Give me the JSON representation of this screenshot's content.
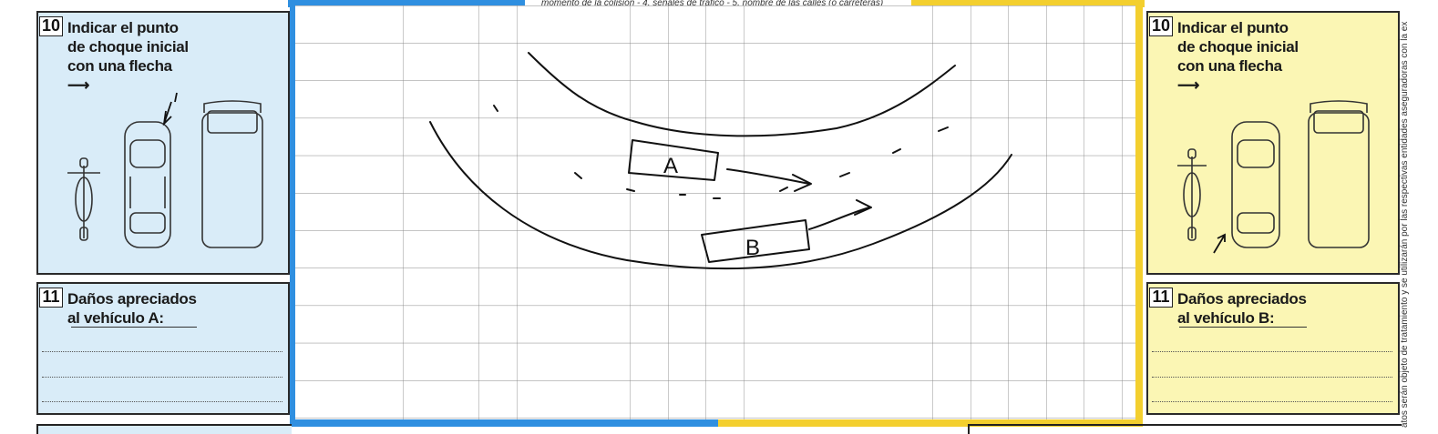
{
  "header": {
    "caption": "momento de la colisión - 4. señales de tráfico - 5. nombre de las calles (o carreteras)"
  },
  "vehicle_a": {
    "impact": {
      "number": "10",
      "lines": [
        "Indicar el punto",
        "de choque inicial",
        "con una flecha"
      ],
      "arrow": "⟶"
    },
    "damage": {
      "number": "11",
      "lines": [
        "Daños apreciados",
        "al vehículo A:"
      ]
    }
  },
  "vehicle_b": {
    "impact": {
      "number": "10",
      "lines": [
        "Indicar el punto",
        "de choque inicial",
        "con una flecha"
      ],
      "arrow": "⟶"
    },
    "damage": {
      "number": "11",
      "lines": [
        "Daños apreciados",
        "al vehículo B:"
      ]
    }
  },
  "sketch": {
    "labels": {
      "car_a": "A",
      "car_b": "B"
    }
  },
  "side_note": "atos serán objeto de tratamiento y se utilizarán por las respectivas entidades aseguradoras con la ex",
  "colors": {
    "blue": "#2f8fe0",
    "yellow": "#f3cf2e",
    "panel_a": "#d9ecf8",
    "panel_b": "#fbf6b4"
  }
}
